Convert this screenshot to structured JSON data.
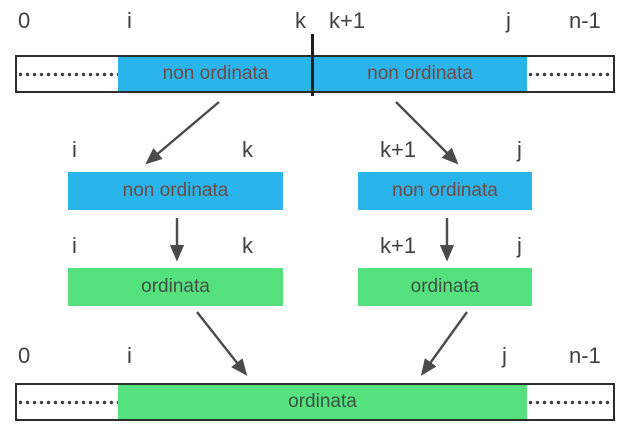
{
  "indices": {
    "zero": "0",
    "i": "i",
    "k": "k",
    "k_plus_1": "k+1",
    "j": "j",
    "n_minus_1": "n-1"
  },
  "segments": {
    "unsorted": "non ordinata",
    "sorted": "ordinata"
  },
  "colors": {
    "unsorted_fill": "#29b4ec",
    "sorted_fill": "#55e27e",
    "unsorted_text": "#6f4a42",
    "sorted_text": "#3f5147",
    "index_text": "#414042",
    "arrow": "#4b4b4d"
  }
}
